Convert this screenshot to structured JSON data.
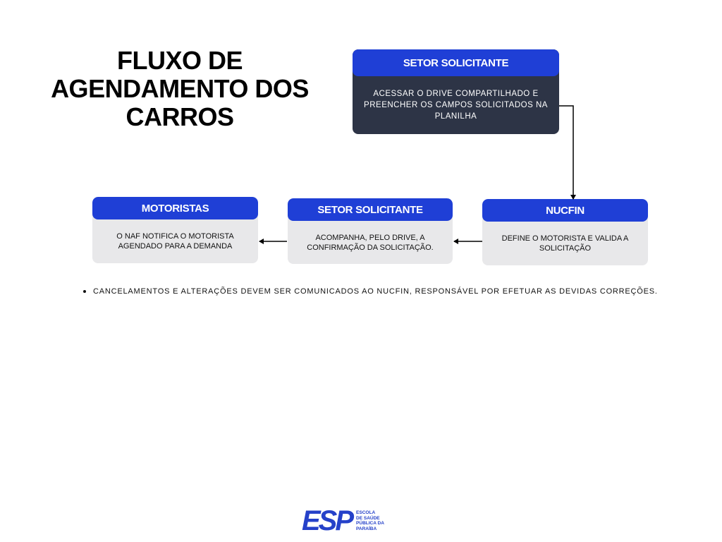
{
  "title": {
    "line1": "FLUXO DE",
    "line2": "AGENDAMENTO DOS",
    "line3": "CARROS"
  },
  "nodes": {
    "setor_top": {
      "header": "SETOR SOLICITANTE",
      "body": "ACESSAR O DRIVE COMPARTILHADO E PREENCHER OS CAMPOS SOLICITADOS NA PLANILHA"
    },
    "nucfin": {
      "header": "NUCFIN",
      "body": "DEFINE O MOTORISTA E VALIDA A SOLICITAÇÃO"
    },
    "setor_mid": {
      "header": "SETOR SOLICITANTE",
      "body": "ACOMPANHA, PELO DRIVE, A CONFIRMAÇÃO DA SOLICITAÇÃO."
    },
    "motoristas": {
      "header": "MOTORISTAS",
      "body": "O NAF NOTIFICA O MOTORISTA AGENDADO PARA A DEMANDA"
    }
  },
  "note": "CANCELAMENTOS E ALTERAÇÕES DEVEM SER COMUNICADOS AO NUCFIN, RESPONSÁVEL POR EFETUAR AS DEVIDAS CORREÇÕES.",
  "logo": {
    "mark": "ESP",
    "line1": "ESCOLA",
    "line2": "DE SAÚDE",
    "line3": "PÚBLICA DA",
    "line4": "PARAÍBA"
  },
  "colors": {
    "header_blue": "#1f3fd6",
    "dark_box": "#2d3446",
    "light_box": "#e8e8ea",
    "logo_blue": "#2541c9"
  }
}
